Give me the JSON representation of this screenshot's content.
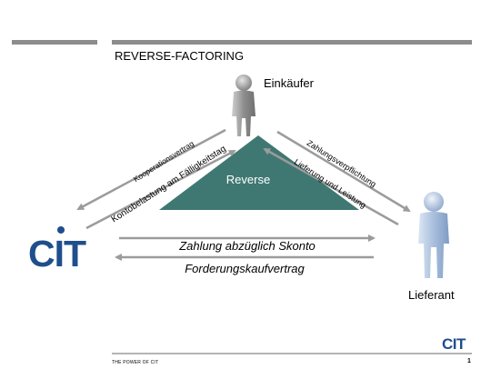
{
  "slide": {
    "title": "REVERSE-FACTORING",
    "footer": "THE POWER OF CIT",
    "page_number": "1"
  },
  "nodes": {
    "buyer": "Einkäufer",
    "supplier": "Lieferant",
    "center": "Reverse"
  },
  "logo": {
    "text": "CIT"
  },
  "arrows": {
    "left_outer": "Kooperationsvertrag",
    "left_inner": "Kontobelastung am Fälligkeitstag",
    "right_outer": "Zahlungsverpflichtung",
    "right_inner": "Lieferung und Leistung",
    "bottom_top": "Zahlung abzüglich Skonto",
    "bottom_bottom": "Forderungskaufvertrag"
  },
  "colors": {
    "triangle": "#3f7872",
    "arrow": "#9b9b9b",
    "rule": "#8c8c8c",
    "logo": "#1f4e8c",
    "buyer_figure": "#a9a9a9",
    "supplier_figure": "#a7bcd8"
  }
}
